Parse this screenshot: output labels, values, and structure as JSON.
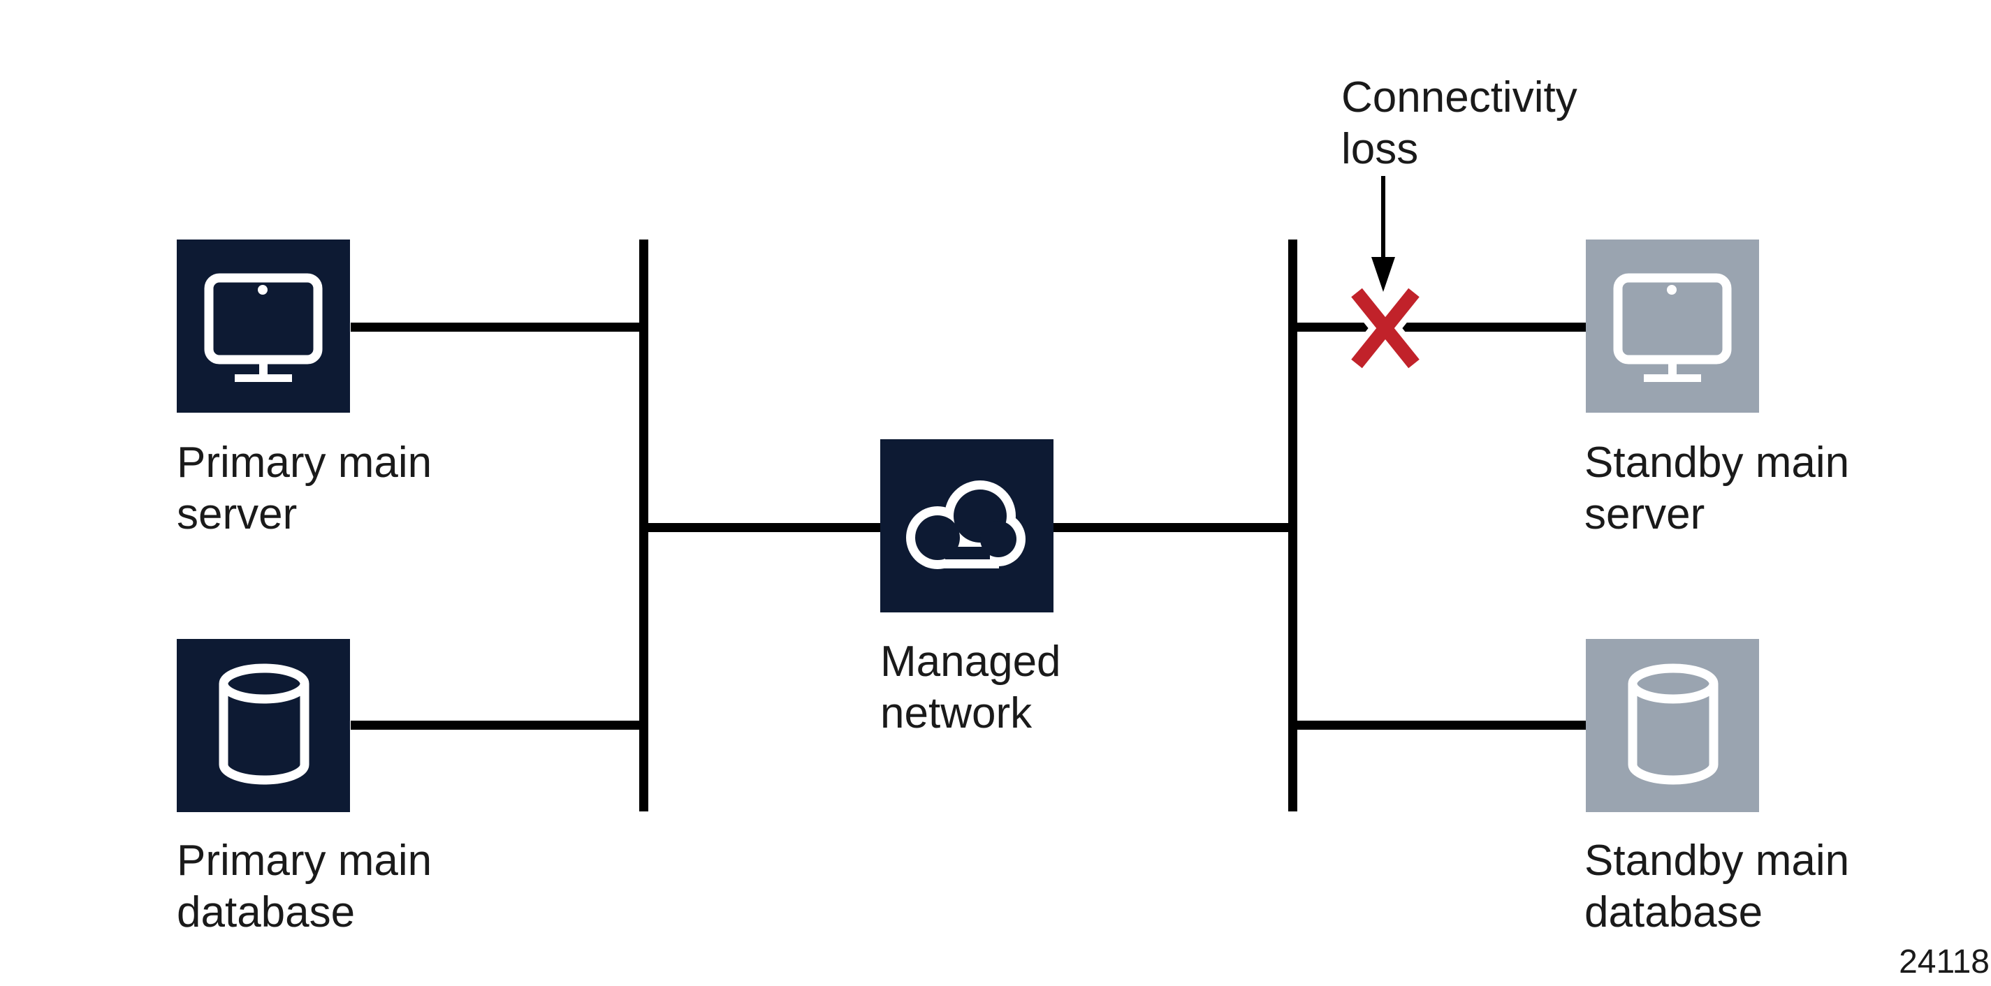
{
  "colors": {
    "navy": "#0d1a33",
    "gray": "#9aa4b0",
    "red": "#c1222a",
    "line": "#000000",
    "text": "#1a1a1a"
  },
  "nodes": {
    "primary_server": {
      "label_line1": "Primary main",
      "label_line2": "server",
      "icon": "monitor-icon"
    },
    "primary_database": {
      "label_line1": "Primary main",
      "label_line2": "database",
      "icon": "database-icon"
    },
    "managed_network": {
      "label_line1": "Managed",
      "label_line2": "network",
      "icon": "cloud-icon"
    },
    "standby_server": {
      "label_line1": "Standby main",
      "label_line2": "server",
      "icon": "monitor-icon"
    },
    "standby_database": {
      "label_line1": "Standby main",
      "label_line2": "database",
      "icon": "database-icon"
    }
  },
  "annotation": {
    "line1": "Connectivity",
    "line2": "loss"
  },
  "figure_number": "24118"
}
